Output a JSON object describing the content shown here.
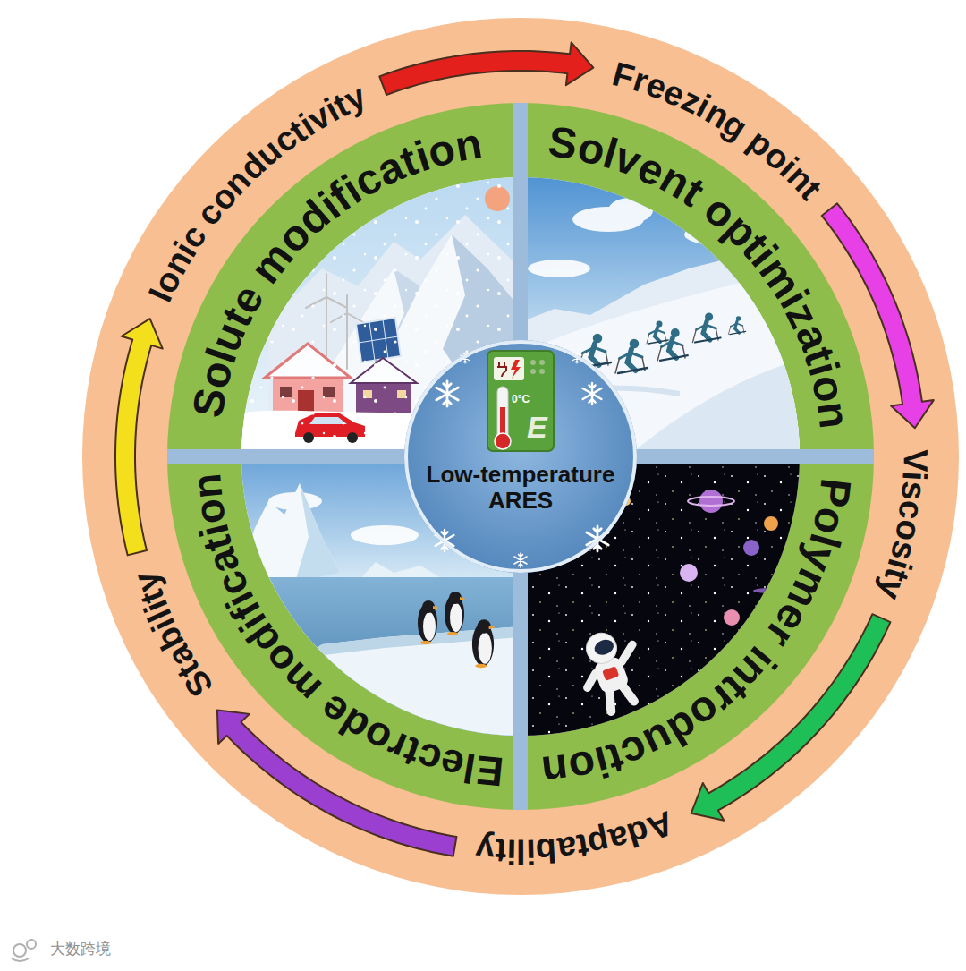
{
  "diagram": {
    "nodes": [
      {
        "text": [
          "Ionic conductivity"
        ]
      },
      {
        "text": [
          "Freezing point"
        ]
      },
      {
        "text": [
          "Viscosity"
        ]
      },
      {
        "text": [
          "Adaptability"
        ]
      },
      {
        "text": [
          "Stability"
        ]
      },
      {
        "text": [
          "Solute modification"
        ]
      },
      {
        "text": [
          "Solvent optimization"
        ]
      },
      {
        "text": [
          "Polymer introduction"
        ]
      },
      {
        "text": [
          "Electrode modification"
        ]
      },
      {
        "text": [
          "Low-temperature ARES"
        ]
      }
    ],
    "edges": [
      {
        "from": 0,
        "to": 1,
        "arrow": "to"
      },
      {
        "from": 1,
        "to": 2,
        "arrow": "to"
      },
      {
        "from": 2,
        "to": 3,
        "arrow": "to"
      },
      {
        "from": 3,
        "to": 4,
        "arrow": "to"
      },
      {
        "from": 4,
        "to": 0,
        "arrow": "to"
      }
    ],
    "labels": [
      "0°C",
      "E",
      "大数跨境"
    ]
  }
}
